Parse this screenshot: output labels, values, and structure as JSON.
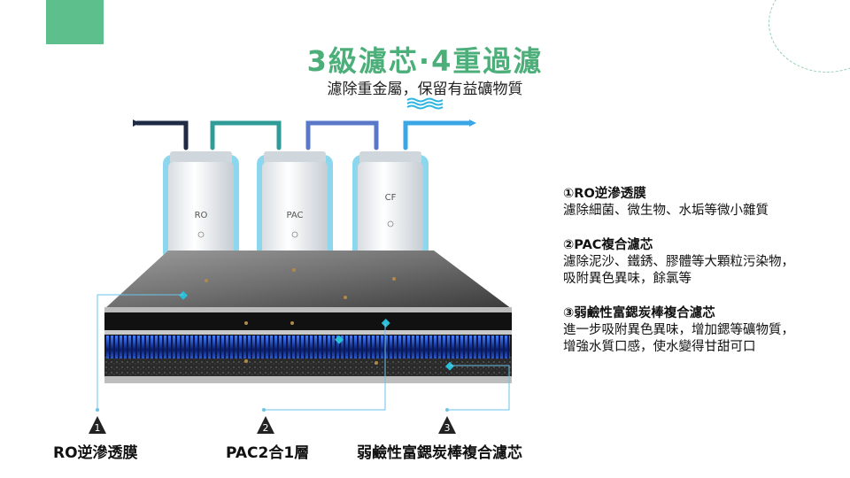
{
  "header": {
    "title": "3級濾芯·4重過濾",
    "subtitle": "濾除重金屬，保留有益礦物質"
  },
  "filters": [
    {
      "label": "RO"
    },
    {
      "label": "PAC"
    },
    {
      "label": "CF"
    }
  ],
  "descriptions": [
    {
      "heading": "①RO逆滲透膜",
      "body": "濾除細菌、微生物、水垢等微小雜質"
    },
    {
      "heading": "②PAC複合濾芯",
      "body": "濾除泥沙、鐵銹、膠體等大顆粒污染物，吸附異色異味，餘氯等"
    },
    {
      "heading": "③弱鹼性富鍶炭棒複合濾芯",
      "body": "進一步吸附異色異味，增加鍶等礦物質，增強水質口感，使水變得甘甜可口"
    }
  ],
  "markers": [
    {
      "number": "1",
      "label": "RO逆滲透膜"
    },
    {
      "number": "2",
      "label": "PAC2合1層"
    },
    {
      "number": "3",
      "label": "弱鹼性富鍶炭棒複合濾芯"
    }
  ],
  "colors": {
    "accent": "#5dbf8c",
    "title": "#4caf7a",
    "glow": "#2fb6e0",
    "pipe_dark": "#1f2b45",
    "pipe_teal": "#2f9c9a",
    "pipe_blue": "#5a78c8",
    "pipe_light": "#3aa6e6"
  }
}
